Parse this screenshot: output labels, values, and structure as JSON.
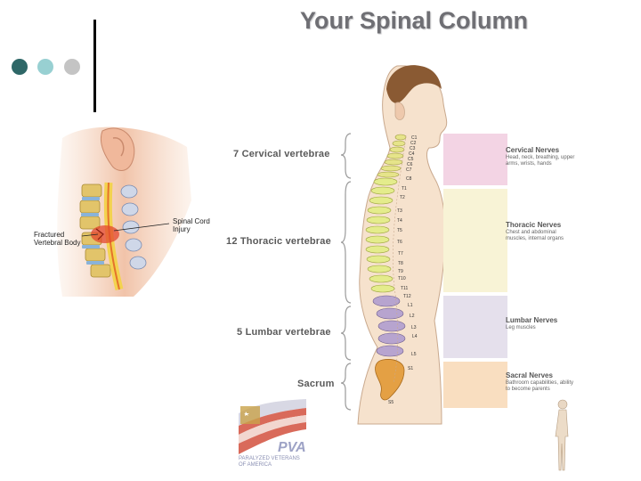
{
  "title": "Your Spinal Column",
  "colors": {
    "dot_dark": "#2e6767",
    "dot_light": "#98d0d2",
    "dot_gray": "#c4c4c4",
    "title": "#6f6f74",
    "cervical_panel": "#f3d4e4",
    "thoracic_panel": "#f8f3d6",
    "lumbar_panel": "#e5e0ec",
    "sacral_panel": "#f9dec0",
    "cervical_vertebra": "#e6e48a",
    "thoracic_vertebra": "#e4ec8c",
    "lumbar_vertebra": "#b7a4cf",
    "sacrum": "#e4a044",
    "skin": "#f6e2cd"
  },
  "inset": {
    "fracture_label": "Fractured\nVertebral Body",
    "injury_label": "Spinal Cord\nInjury"
  },
  "groups": [
    {
      "label": "7 Cervical vertebrae"
    },
    {
      "label": "12 Thoracic vertebrae"
    },
    {
      "label": "5 Lumbar vertebrae"
    },
    {
      "label": "Sacrum"
    }
  ],
  "vertebra_labels": [
    "C1",
    "C2",
    "C3",
    "C4",
    "C5",
    "C6",
    "C7",
    "C8",
    "T1",
    "T2",
    "T3",
    "T4",
    "T5",
    "T6",
    "T7",
    "T8",
    "T9",
    "T10",
    "T11",
    "T12",
    "L1",
    "L2",
    "L3",
    "L4",
    "L5",
    "S1",
    "S5"
  ],
  "nerves": [
    {
      "title": "Cervical Nerves",
      "desc": "Head, neck, breathing, upper arms, wrists, hands"
    },
    {
      "title": "Thoracic Nerves",
      "desc": "Chest and abdominal muscles, internal organs"
    },
    {
      "title": "Lumbar Nerves",
      "desc": "Leg muscles"
    },
    {
      "title": "Sacral Nerves",
      "desc": "Bathroom capabilities, ability to become parents"
    }
  ],
  "logo": {
    "mark": "PVA",
    "org": "PARALYZED VETERANS\nOF AMERICA"
  },
  "icons": [
    "flag-stripes-icon",
    "standing-figure-icon"
  ]
}
